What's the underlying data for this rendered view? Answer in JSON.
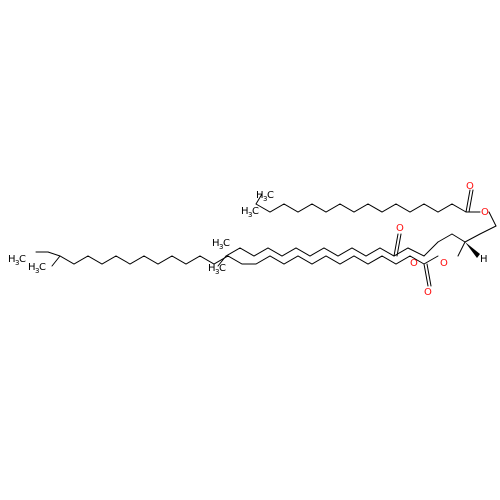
{
  "colors": {
    "bond": "#000000",
    "oxygen": "#ff0d0d",
    "background": "#ffffff"
  },
  "atoms": {
    "oxygen": "O",
    "hydrogen": "H",
    "methyl_H": "H",
    "methyl_sub": "3",
    "methyl_C": "C"
  }
}
